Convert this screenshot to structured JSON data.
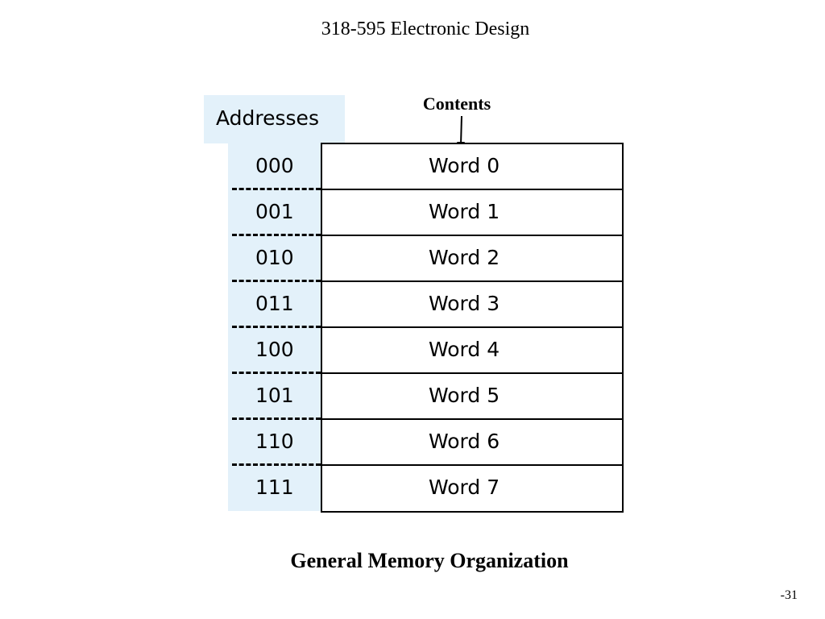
{
  "header": {
    "title": "318-595 Electronic Design"
  },
  "diagram": {
    "addresses_label": "Addresses",
    "contents_label": "Contents",
    "rows": [
      {
        "address": "000",
        "word": "Word 0"
      },
      {
        "address": "001",
        "word": "Word 1"
      },
      {
        "address": "010",
        "word": "Word 2"
      },
      {
        "address": "011",
        "word": "Word 3"
      },
      {
        "address": "100",
        "word": "Word 4"
      },
      {
        "address": "101",
        "word": "Word 5"
      },
      {
        "address": "110",
        "word": "Word 6"
      },
      {
        "address": "111",
        "word": "Word 7"
      }
    ],
    "caption": "General Memory Organization"
  },
  "footer": {
    "page_number": "-31"
  },
  "colors": {
    "address_fill": "#e3f1fa",
    "line": "#000000"
  }
}
